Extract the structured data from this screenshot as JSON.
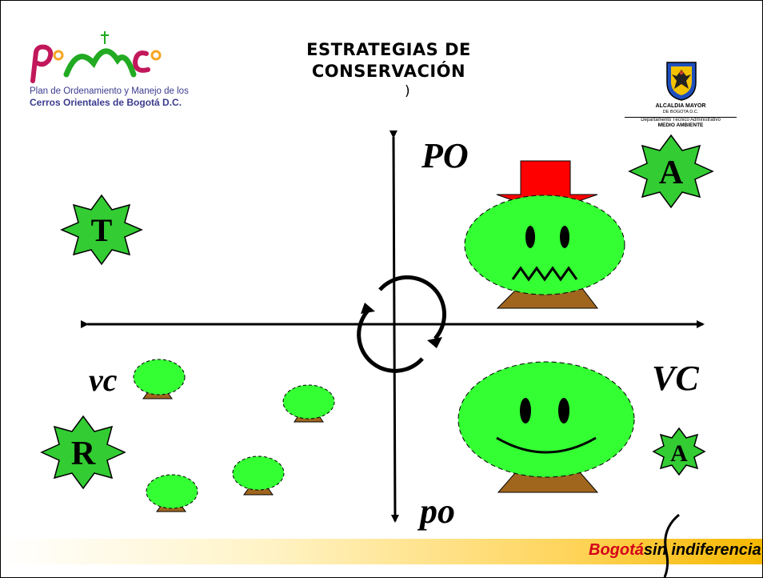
{
  "header": {
    "title": "ESTRATEGIAS DE CONSERVACIÓN",
    "title_suffix": ")",
    "logo_left": {
      "mark": "POMCO",
      "line1": "Plan de Ordenamiento y Manejo de los",
      "line2": "Cerros Orientales de Bogotá D.C."
    },
    "logo_right": {
      "line1": "ALCALDIA MAYOR",
      "line2": "DE BOGOTA D.C.",
      "line3": "Departamento Técnico Administrativo",
      "line4": "MEDIO AMBIENTE"
    }
  },
  "diagram": {
    "labels": {
      "po_high": "PO",
      "po_low": "po",
      "vc_high": "VC",
      "vc_low": "vc"
    },
    "badges": [
      {
        "letter": "T",
        "color": "#33cc33"
      },
      {
        "letter": "A",
        "color": "#33cc33"
      },
      {
        "letter": "R",
        "color": "#33cc33"
      },
      {
        "letter": "A",
        "color": "#33cc33"
      }
    ],
    "colors": {
      "foliage": "#33ff33",
      "trunk": "#a0661e",
      "arrow_pressure": "#ff0000",
      "axis": "#000000"
    },
    "icons": [
      "sad-tree-icon",
      "happy-tree-icon",
      "small-tree-icon",
      "rotation-arrows-icon",
      "pressure-arrow-icon",
      "star-badge-icon"
    ]
  },
  "footer": {
    "brand_part1": "Bogotá",
    "brand_part2": "sin indiferencia"
  }
}
